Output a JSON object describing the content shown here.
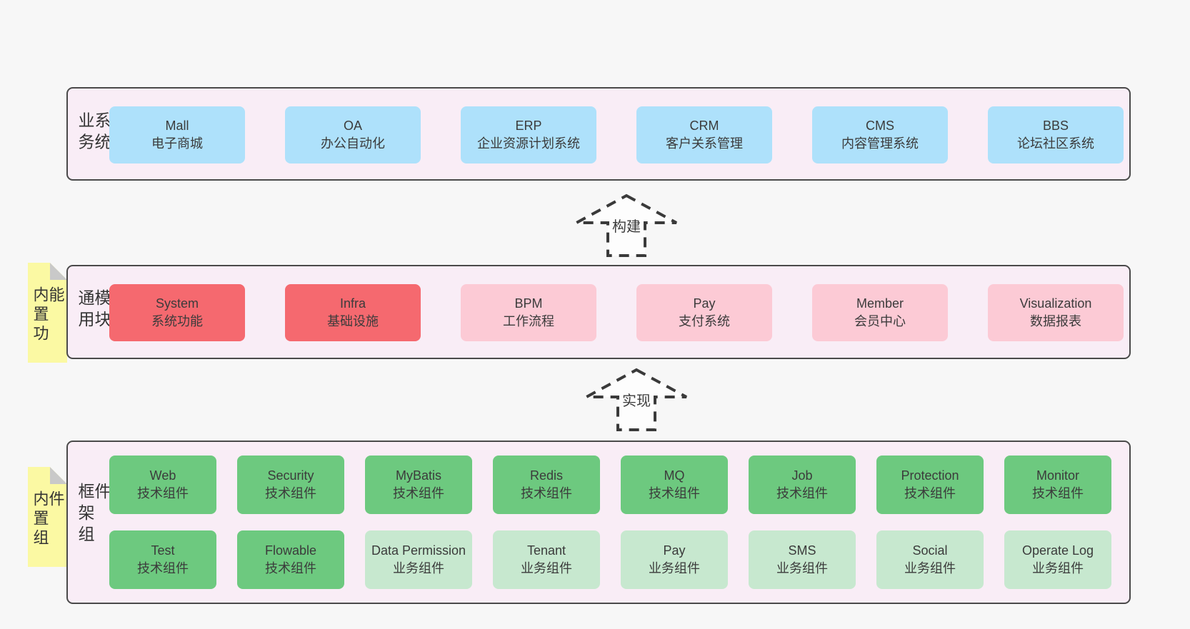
{
  "colors": {
    "page_bg": "#f7f7f7",
    "panel_bg": "#f9edf6",
    "panel_border": "#4a4a4a",
    "blue_box": "#aee1fb",
    "red_box": "#f5696f",
    "pink_box": "#fccad5",
    "green_box": "#6dc97f",
    "light_green_box": "#c7e8cf",
    "sticky_yellow": "#fbf9a3",
    "sticky_fold_gray": "#c9c9c9",
    "text": "#3b3b3b"
  },
  "panels": {
    "business": {
      "label": "业务系统",
      "boxes": [
        {
          "title": "Mall",
          "subtitle": "电子商城",
          "variant": "blue"
        },
        {
          "title": "OA",
          "subtitle": "办公自动化",
          "variant": "blue"
        },
        {
          "title": "ERP",
          "subtitle": "企业资源计划系统",
          "variant": "blue"
        },
        {
          "title": "CRM",
          "subtitle": "客户关系管理",
          "variant": "blue"
        },
        {
          "title": "CMS",
          "subtitle": "内容管理系统",
          "variant": "blue"
        },
        {
          "title": "BBS",
          "subtitle": "论坛社区系统",
          "variant": "blue"
        }
      ]
    },
    "modules": {
      "label": "通用模块",
      "sticky": "内置功能",
      "boxes": [
        {
          "title": "System",
          "subtitle": "系统功能",
          "variant": "red"
        },
        {
          "title": "Infra",
          "subtitle": "基础设施",
          "variant": "red"
        },
        {
          "title": "BPM",
          "subtitle": "工作流程",
          "variant": "pink"
        },
        {
          "title": "Pay",
          "subtitle": "支付系统",
          "variant": "pink"
        },
        {
          "title": "Member",
          "subtitle": "会员中心",
          "variant": "pink"
        },
        {
          "title": "Visualization",
          "subtitle": "数据报表",
          "variant": "pink"
        }
      ]
    },
    "components": {
      "label": "框架组件",
      "sticky": "内置组件",
      "row1": [
        {
          "title": "Web",
          "subtitle": "技术组件",
          "variant": "green"
        },
        {
          "title": "Security",
          "subtitle": "技术组件",
          "variant": "green"
        },
        {
          "title": "MyBatis",
          "subtitle": "技术组件",
          "variant": "green"
        },
        {
          "title": "Redis",
          "subtitle": "技术组件",
          "variant": "green"
        },
        {
          "title": "MQ",
          "subtitle": "技术组件",
          "variant": "green"
        },
        {
          "title": "Job",
          "subtitle": "技术组件",
          "variant": "green"
        },
        {
          "title": "Protection",
          "subtitle": "技术组件",
          "variant": "green"
        },
        {
          "title": "Monitor",
          "subtitle": "技术组件",
          "variant": "green"
        }
      ],
      "row2": [
        {
          "title": "Test",
          "subtitle": "技术组件",
          "variant": "green"
        },
        {
          "title": "Flowable",
          "subtitle": "技术组件",
          "variant": "green"
        },
        {
          "title": "Data Permission",
          "subtitle": "业务组件",
          "variant": "light-green"
        },
        {
          "title": "Tenant",
          "subtitle": "业务组件",
          "variant": "light-green"
        },
        {
          "title": "Pay",
          "subtitle": "业务组件",
          "variant": "light-green"
        },
        {
          "title": "SMS",
          "subtitle": "业务组件",
          "variant": "light-green"
        },
        {
          "title": "Social",
          "subtitle": "业务组件",
          "variant": "light-green"
        },
        {
          "title": "Operate Log",
          "subtitle": "业务组件",
          "variant": "light-green"
        }
      ]
    }
  },
  "arrows": [
    {
      "label": "构建",
      "direction": "up"
    },
    {
      "label": "实现",
      "direction": "up"
    }
  ]
}
